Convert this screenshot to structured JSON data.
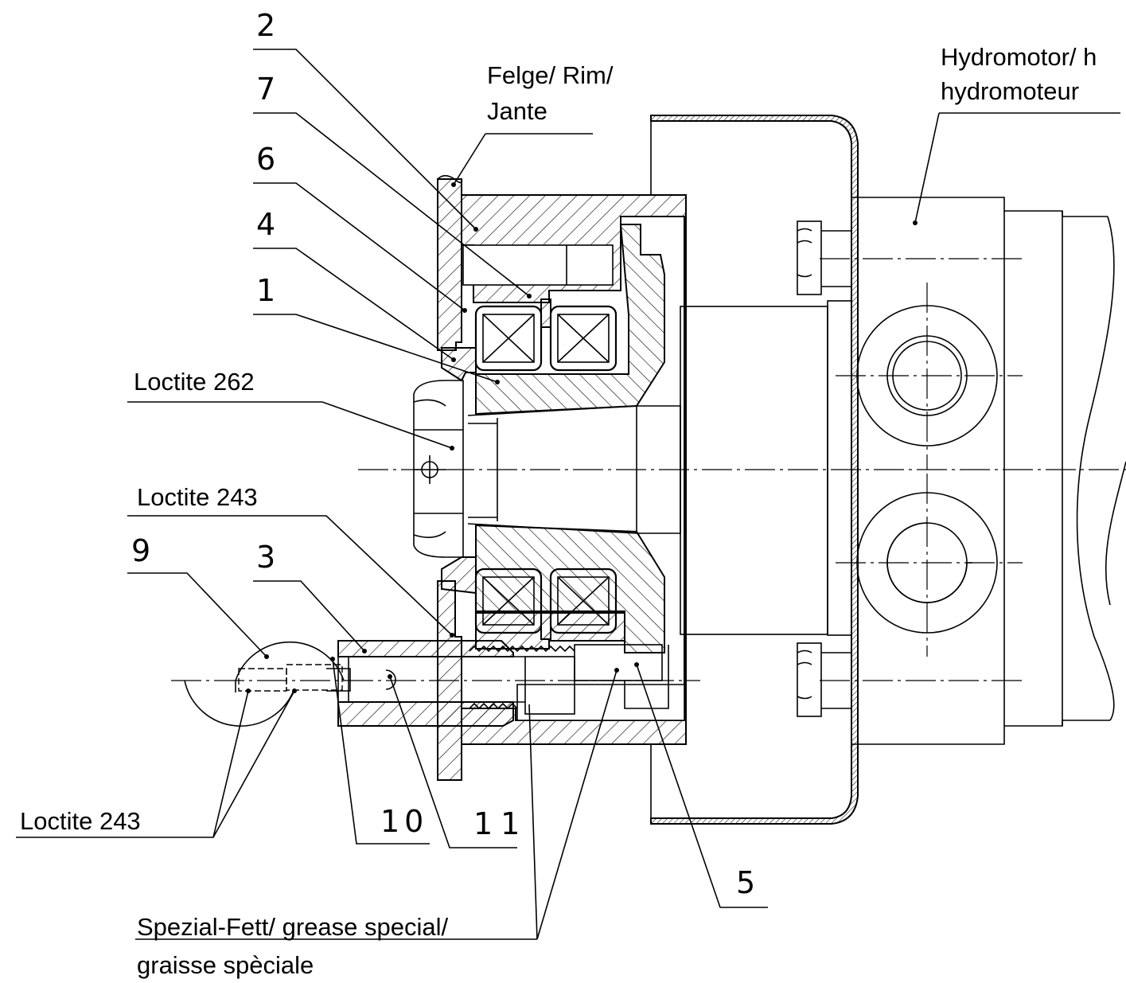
{
  "labels": {
    "rim": [
      "Felge/ Rim/",
      "Jante"
    ],
    "motor": [
      "Hydromotor/ h",
      "hydromoteur"
    ],
    "loctite_262": "Loctite 262",
    "loctite_243_upper": "Loctite 243",
    "loctite_243_lower": "Loctite 243",
    "grease": [
      "Spezial-Fett/ grease special/",
      "graisse spèciale"
    ]
  },
  "part_numbers": {
    "p2": "2",
    "p7": "7",
    "p6": "6",
    "p4": "4",
    "p1": "1",
    "p9": "9",
    "p3": "3",
    "p10": "10",
    "p11": "11",
    "p5": "5"
  }
}
